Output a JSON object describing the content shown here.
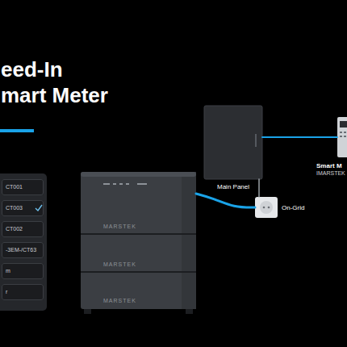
{
  "diagram": {
    "title": "eed-In mart Meter",
    "nodes": [
      {
        "text": [
          "CT001"
        ]
      },
      {
        "text": [
          "CT003"
        ]
      },
      {
        "text": [
          "CT002"
        ]
      },
      {
        "text": [
          "-3EM-/CT63"
        ]
      },
      {
        "text": [
          "m"
        ]
      },
      {
        "text": [
          "r"
        ]
      },
      {
        "text": [
          "MARSTEK",
          "MARSTEK",
          "MARSTEK"
        ]
      },
      {
        "text": [
          "Main Panel"
        ]
      },
      {
        "text": [
          "On-Grid"
        ]
      },
      {
        "text": [
          "Smart M",
          "IMARSTEK"
        ]
      }
    ],
    "edges": [
      {
        "from": 6,
        "to": 8,
        "arrow": "none"
      },
      {
        "from": 8,
        "to": 7,
        "arrow": "none"
      },
      {
        "from": 7,
        "to": 9,
        "arrow": "none"
      }
    ]
  }
}
